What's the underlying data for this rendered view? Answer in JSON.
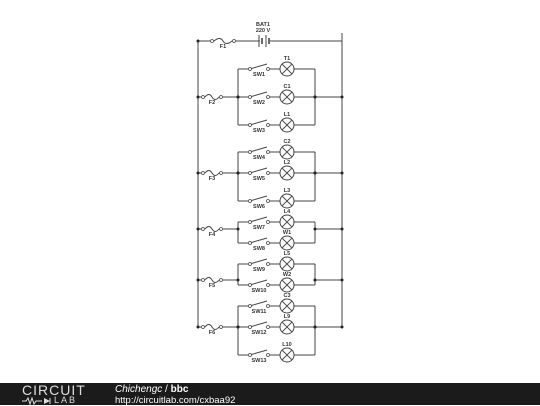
{
  "battery": {
    "name": "BAT1",
    "voltage": "220 V"
  },
  "main_fuse": "F1",
  "groups": [
    {
      "fuse": "F2",
      "branches": [
        {
          "switch": "SW1",
          "lamp": "T1"
        },
        {
          "switch": "SW2",
          "lamp": "C1"
        },
        {
          "switch": "SW3",
          "lamp": "L1"
        }
      ]
    },
    {
      "fuse": "F3",
      "branches": [
        {
          "switch": "SW4",
          "lamp": "C2"
        },
        {
          "switch": "SW5",
          "lamp": "L2"
        },
        {
          "switch": "SW6",
          "lamp": "L3"
        }
      ]
    },
    {
      "fuse": "F4",
      "branches": [
        {
          "switch": "SW7",
          "lamp": "L4"
        },
        {
          "switch": "SW8",
          "lamp": "W1"
        }
      ]
    },
    {
      "fuse": "F5",
      "branches": [
        {
          "switch": "SW9",
          "lamp": "L5"
        },
        {
          "switch": "SW10",
          "lamp": "W2"
        }
      ]
    },
    {
      "fuse": "F6",
      "branches": [
        {
          "switch": "SW11",
          "lamp": "C3"
        },
        {
          "switch": "SW12",
          "lamp": "L9"
        },
        {
          "switch": "SW13",
          "lamp": "L10"
        }
      ]
    }
  ],
  "footer": {
    "logo_top": "CIRCUIT",
    "logo_bottom": "LAB",
    "author": "Chichengc",
    "separator": "/",
    "circuit_name": "bbc",
    "url": "http://circuitlab.com/cxbaa92"
  }
}
